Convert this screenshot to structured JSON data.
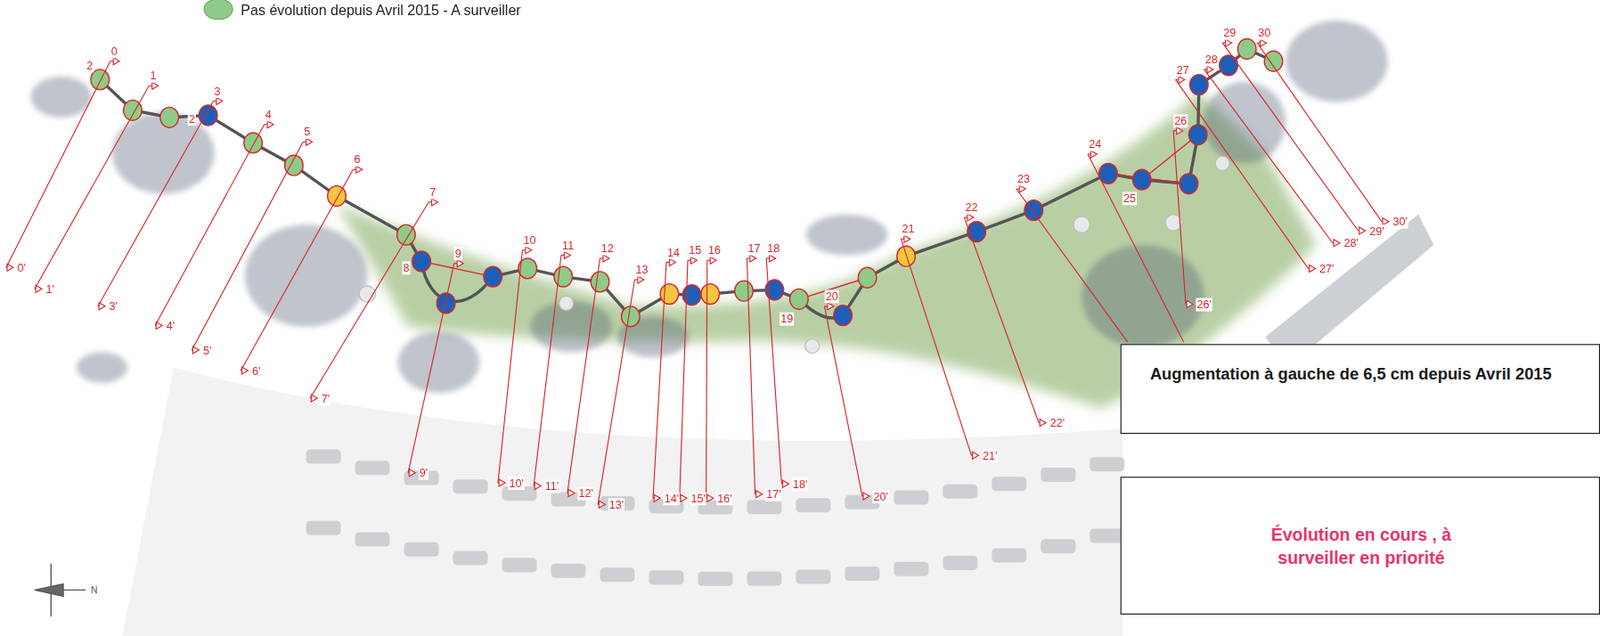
{
  "diagram": {
    "nodes": [
      {
        "text": [
          "Augmentation à gauche de 6,5 cm depuis Avril 2015"
        ]
      },
      {
        "text": [
          "Évolution en cours , à surveiller en priorité"
        ]
      }
    ],
    "labels": [
      "2",
      "0",
      "1",
      "2",
      "3",
      "4",
      "5",
      "6",
      "7",
      "8",
      "9",
      "10",
      "11",
      "12",
      "13",
      "14",
      "15",
      "16",
      "17",
      "18",
      "19",
      "20",
      "21",
      "22",
      "23",
      "24",
      "25",
      "26",
      "27",
      "28",
      "29",
      "30",
      "0'",
      "1'",
      "3'",
      "4'",
      "5'",
      "6'",
      "7'",
      "9'",
      "10'",
      "11'",
      "12'",
      "13'",
      "14'",
      "15'",
      "16'",
      "17'",
      "18'",
      "20'",
      "21'",
      "22'",
      "26'",
      "27'",
      "28'",
      "29'",
      "30'",
      "N"
    ],
    "legend": [
      {
        "text": "Pas évolution depuis Avril 2015 - A surveiller",
        "color": "#8fcb88"
      }
    ]
  }
}
